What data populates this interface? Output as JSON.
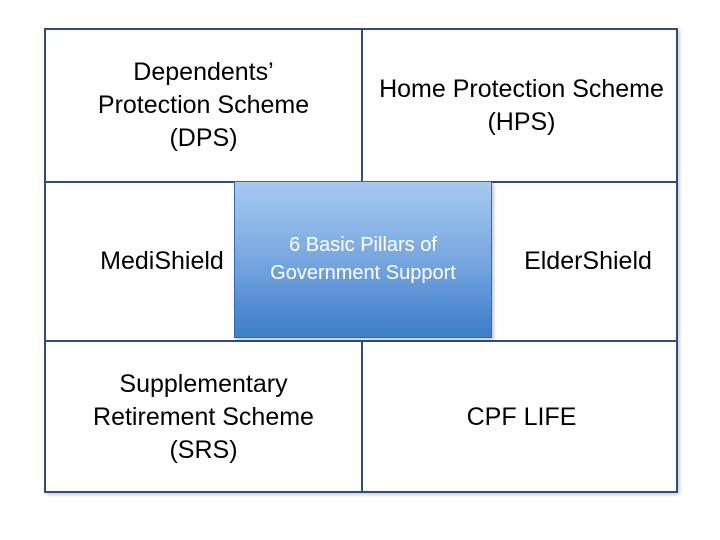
{
  "slide": {
    "background_color": "#FFFFFF",
    "grid_border_color": "#2E4E76",
    "text_color": "#000000"
  },
  "center": {
    "label": "6 Basic Pillars of\nGovernment Support",
    "text_color": "#FFFFFF",
    "gradient_top": "#A7C9EF",
    "gradient_bottom": "#3E7FC8",
    "border_color": "#2E6DB4"
  },
  "cells": [
    {
      "id": "dps",
      "label": "Dependents’\nProtection Scheme\n(DPS)",
      "row": 1,
      "col": 1
    },
    {
      "id": "hps",
      "label": "Home Protection Scheme\n(HPS)",
      "row": 1,
      "col": 2
    },
    {
      "id": "medishield",
      "label": "MediShield",
      "row": 2,
      "col": 1
    },
    {
      "id": "eldershield",
      "label": "ElderShield",
      "row": 2,
      "col": 2
    },
    {
      "id": "srs",
      "label": "Supplementary\nRetirement Scheme\n(SRS)",
      "row": 3,
      "col": 1
    },
    {
      "id": "cpflife",
      "label": "CPF LIFE",
      "row": 3,
      "col": 2
    }
  ]
}
